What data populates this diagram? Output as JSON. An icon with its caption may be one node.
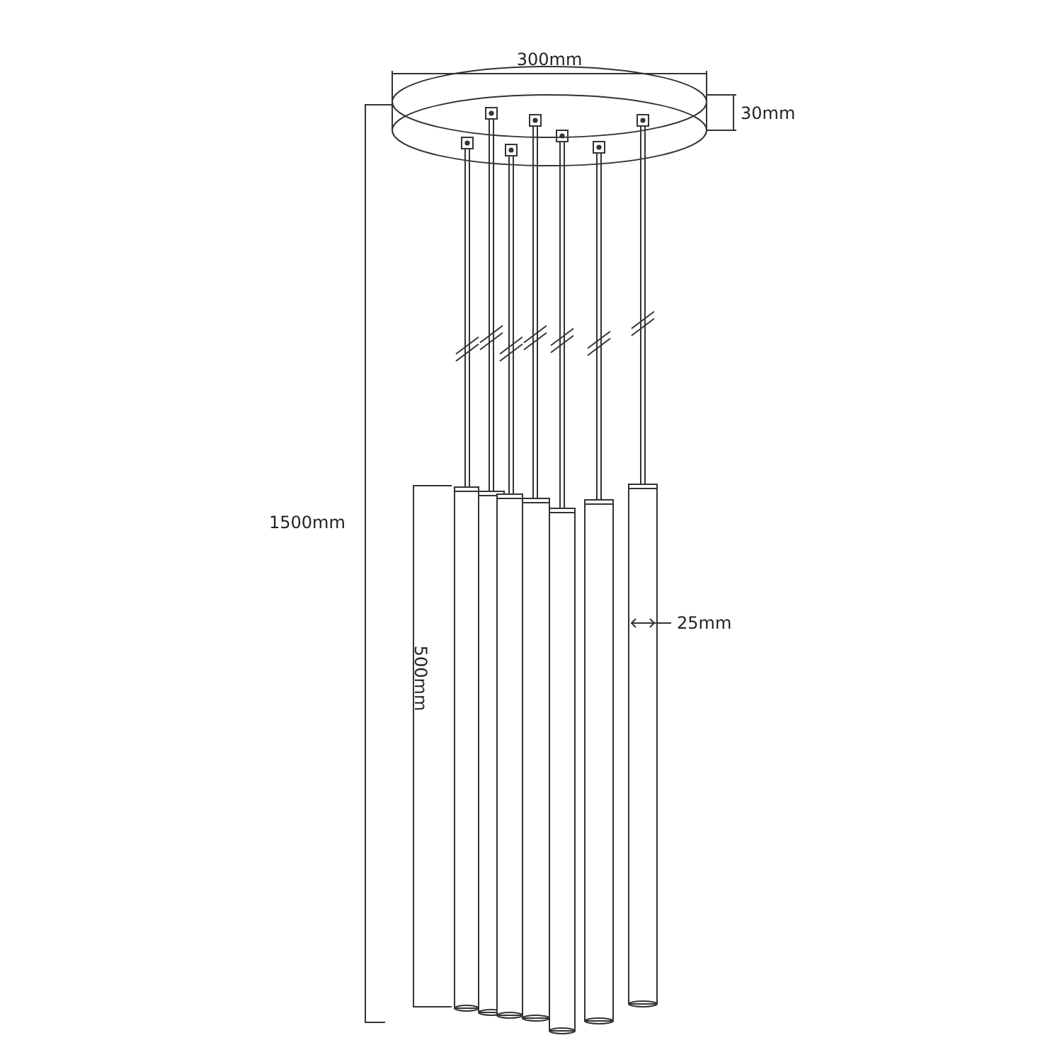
{
  "diagram": {
    "labels": [
      "300mm",
      "30mm",
      "1500mm",
      "25mm",
      "500mm"
    ]
  }
}
